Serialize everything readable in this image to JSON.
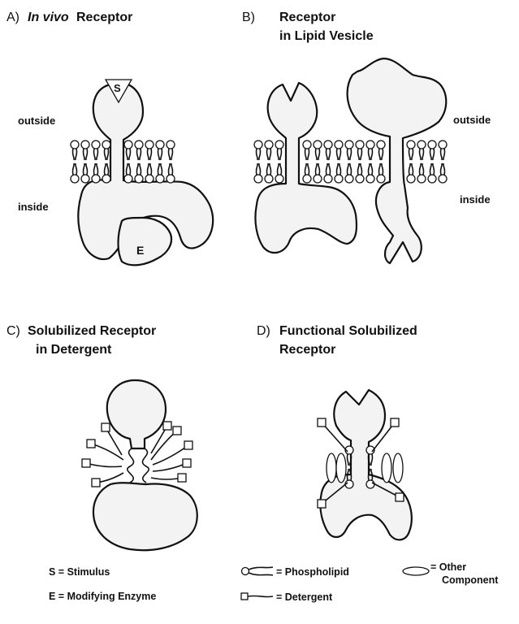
{
  "panels": {
    "a": {
      "letter": "A)",
      "title_italic": "In vivo",
      "title_rest": " Receptor",
      "outside": "outside",
      "inside": "inside",
      "stimulus_mark": "S",
      "enzyme_mark": "E"
    },
    "b": {
      "letter": "B)",
      "title_line1": "Receptor",
      "title_line2": "in Lipid Vesicle",
      "outside": "outside",
      "inside": "inside"
    },
    "c": {
      "letter": "C)",
      "title_line1": "Solubilized Receptor",
      "title_line2": "in Detergent"
    },
    "d": {
      "letter": "D)",
      "title_line1": "Functional Solubilized",
      "title_line2": "Receptor"
    }
  },
  "legend": {
    "stimulus": "S = Stimulus",
    "enzyme": "E = Modifying Enzyme",
    "phospholipid": "= Phospholipid",
    "detergent": "= Detergent",
    "other_line1": "= Other",
    "other_line2": "Component"
  }
}
